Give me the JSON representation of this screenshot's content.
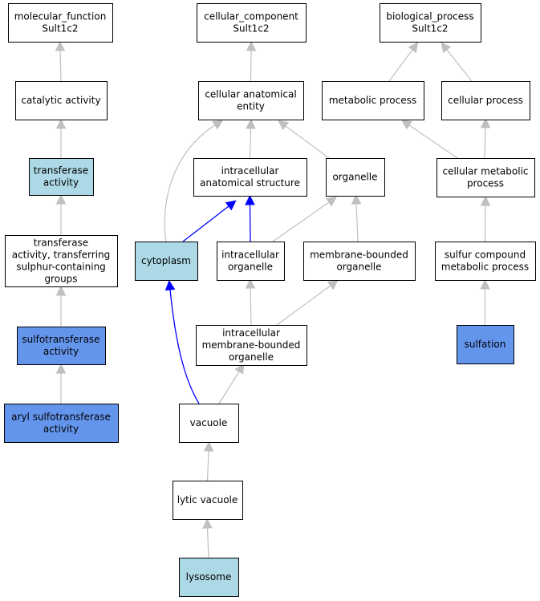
{
  "colors": {
    "default_fill": "#ffffff",
    "light_blue": "#add8e6",
    "cornflower_blue": "#6495ed",
    "edge_gray": "#c0c0c0",
    "edge_blue": "#0000ff"
  },
  "nodes": {
    "molecular_function": {
      "lines": [
        "molecular_function",
        "Sult1c2"
      ],
      "fill": "default_fill"
    },
    "catalytic_activity": {
      "lines": [
        "catalytic activity"
      ],
      "fill": "default_fill"
    },
    "transferase_activity": {
      "lines": [
        "transferase",
        "activity"
      ],
      "fill": "light_blue"
    },
    "transferase_sulphur": {
      "lines": [
        "transferase",
        "activity, transferring",
        "sulphur-containing",
        "groups"
      ],
      "fill": "default_fill"
    },
    "sulfotransferase_activity": {
      "lines": [
        "sulfotransferase",
        "activity"
      ],
      "fill": "cornflower_blue"
    },
    "aryl_sulfotransferase": {
      "lines": [
        "aryl sulfotransferase",
        "activity"
      ],
      "fill": "cornflower_blue"
    },
    "cellular_component": {
      "lines": [
        "cellular_component",
        "Sult1c2"
      ],
      "fill": "default_fill"
    },
    "cellular_anatomical_entity": {
      "lines": [
        "cellular anatomical",
        "entity"
      ],
      "fill": "default_fill"
    },
    "intracellular_anatomical_structure": {
      "lines": [
        "intracellular",
        "anatomical structure"
      ],
      "fill": "default_fill"
    },
    "organelle": {
      "lines": [
        "organelle"
      ],
      "fill": "default_fill"
    },
    "cytoplasm": {
      "lines": [
        "cytoplasm"
      ],
      "fill": "light_blue"
    },
    "intracellular_organelle": {
      "lines": [
        "intracellular",
        "organelle"
      ],
      "fill": "default_fill"
    },
    "membrane_bounded_organelle": {
      "lines": [
        "membrane-bounded",
        "organelle"
      ],
      "fill": "default_fill"
    },
    "intracellular_membrane_bounded_organelle": {
      "lines": [
        "intracellular",
        "membrane-bounded",
        "organelle"
      ],
      "fill": "default_fill"
    },
    "vacuole": {
      "lines": [
        "vacuole"
      ],
      "fill": "default_fill"
    },
    "lytic_vacuole": {
      "lines": [
        "lytic vacuole"
      ],
      "fill": "default_fill"
    },
    "lysosome": {
      "lines": [
        "lysosome"
      ],
      "fill": "light_blue"
    },
    "biological_process": {
      "lines": [
        "biological_process",
        "Sult1c2"
      ],
      "fill": "default_fill"
    },
    "metabolic_process": {
      "lines": [
        "metabolic process"
      ],
      "fill": "default_fill"
    },
    "cellular_process": {
      "lines": [
        "cellular process"
      ],
      "fill": "default_fill"
    },
    "cellular_metabolic_process": {
      "lines": [
        "cellular metabolic",
        "process"
      ],
      "fill": "default_fill"
    },
    "sulfur_compound_metabolic_process": {
      "lines": [
        "sulfur compound",
        "metabolic process"
      ],
      "fill": "default_fill"
    },
    "sulfation": {
      "lines": [
        "sulfation"
      ],
      "fill": "cornflower_blue"
    }
  },
  "edges": [
    {
      "from": "catalytic_activity",
      "to": "molecular_function",
      "color": "gray"
    },
    {
      "from": "transferase_activity",
      "to": "catalytic_activity",
      "color": "gray"
    },
    {
      "from": "transferase_sulphur",
      "to": "transferase_activity",
      "color": "gray"
    },
    {
      "from": "sulfotransferase_activity",
      "to": "transferase_sulphur",
      "color": "gray"
    },
    {
      "from": "aryl_sulfotransferase",
      "to": "sulfotransferase_activity",
      "color": "gray"
    },
    {
      "from": "cellular_anatomical_entity",
      "to": "cellular_component",
      "color": "gray"
    },
    {
      "from": "intracellular_anatomical_structure",
      "to": "cellular_anatomical_entity",
      "color": "gray"
    },
    {
      "from": "organelle",
      "to": "cellular_anatomical_entity",
      "color": "gray"
    },
    {
      "from": "cytoplasm",
      "to": "cellular_anatomical_entity",
      "color": "gray"
    },
    {
      "from": "cytoplasm",
      "to": "intracellular_anatomical_structure",
      "color": "blue"
    },
    {
      "from": "intracellular_organelle",
      "to": "intracellular_anatomical_structure",
      "color": "blue"
    },
    {
      "from": "intracellular_organelle",
      "to": "organelle",
      "color": "gray"
    },
    {
      "from": "membrane_bounded_organelle",
      "to": "organelle",
      "color": "gray"
    },
    {
      "from": "intracellular_membrane_bounded_organelle",
      "to": "intracellular_organelle",
      "color": "gray"
    },
    {
      "from": "intracellular_membrane_bounded_organelle",
      "to": "membrane_bounded_organelle",
      "color": "gray"
    },
    {
      "from": "vacuole",
      "to": "intracellular_membrane_bounded_organelle",
      "color": "gray"
    },
    {
      "from": "vacuole",
      "to": "cytoplasm",
      "color": "blue"
    },
    {
      "from": "lytic_vacuole",
      "to": "vacuole",
      "color": "gray"
    },
    {
      "from": "lysosome",
      "to": "lytic_vacuole",
      "color": "gray"
    },
    {
      "from": "metabolic_process",
      "to": "biological_process",
      "color": "gray"
    },
    {
      "from": "cellular_process",
      "to": "biological_process",
      "color": "gray"
    },
    {
      "from": "cellular_metabolic_process",
      "to": "metabolic_process",
      "color": "gray"
    },
    {
      "from": "cellular_metabolic_process",
      "to": "cellular_process",
      "color": "gray"
    },
    {
      "from": "sulfur_compound_metabolic_process",
      "to": "cellular_metabolic_process",
      "color": "gray"
    },
    {
      "from": "sulfation",
      "to": "sulfur_compound_metabolic_process",
      "color": "gray"
    }
  ]
}
